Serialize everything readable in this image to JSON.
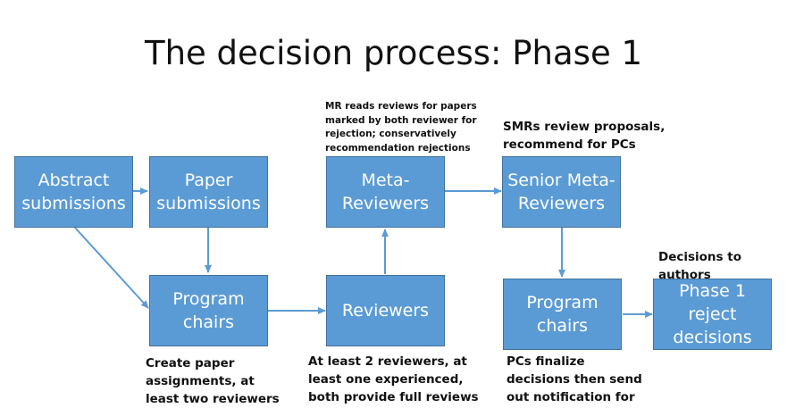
{
  "title": "The decision process: Phase 1",
  "boxes": {
    "abstract_submissions": "Abstract\nsubmissions",
    "paper_submissions": "Paper\nsubmissions",
    "program_chairs_left": "Program\nchairs",
    "reviewers": "Reviewers",
    "meta_reviewers": "Meta-\nReviewers",
    "senior_meta_reviewers": "Senior Meta-\nReviewers",
    "program_chairs_right": "Program\nchairs",
    "phase1_reject": "Phase 1\nreject\ndecisions"
  },
  "notes": {
    "mr_reads": "MR reads reviews for papers\nmarked by both reviewer for\nrejection; conservatively\nrecommendation rejections",
    "smrs_review": "SMRs review proposals,\nrecommend for PCs",
    "decisions_to_authors": "Decisions to authors",
    "create_assignments": "Create paper\nassignments, at\nleast two reviewers",
    "at_least_2": "At least 2 reviewers, at\nleast one experienced,\nboth provide full reviews",
    "pcs_finalize": "PCs finalize\ndecisions then send\nout notification for"
  },
  "colors": {
    "box_fill": "#5b9bd5",
    "box_border": "#41719c",
    "arrow": "#5b9bd5"
  }
}
